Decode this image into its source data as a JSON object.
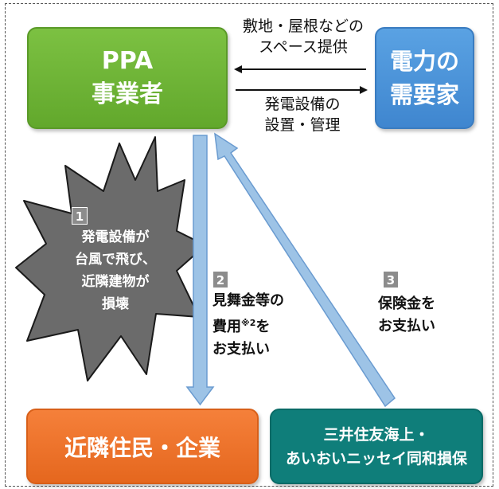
{
  "nodes": {
    "ppa": [
      "PPA",
      "事業者"
    ],
    "demand": [
      "電力の",
      "需要家"
    ],
    "residents": "近隣住民・企業",
    "insurer": [
      "三井住友海上・",
      "あいおいニッセイ同和損保"
    ]
  },
  "edges": {
    "space": [
      "敷地・屋根などの",
      "スペース提供"
    ],
    "equipment": [
      "発電設備の",
      "設置・管理"
    ]
  },
  "steps": [
    {
      "num": "1",
      "lines": [
        "発電設備が",
        "台風で飛び、",
        "近隣建物が",
        "損壊"
      ]
    },
    {
      "num": "2",
      "lines": [
        "見舞金等の",
        "費用",
        "をお支払い"
      ],
      "note": "※2",
      "suffix": "を",
      "last": "お支払い"
    },
    {
      "num": "3",
      "lines": [
        "保険金を",
        "お支払い"
      ]
    }
  ],
  "colors": {
    "ppa": "#6ab232",
    "demand": "#4a92da",
    "residents": "#ee7229",
    "insurer": "#0f7e7a",
    "arrow_blue": "#9dc3e6",
    "burst": "#6b6b6b"
  }
}
